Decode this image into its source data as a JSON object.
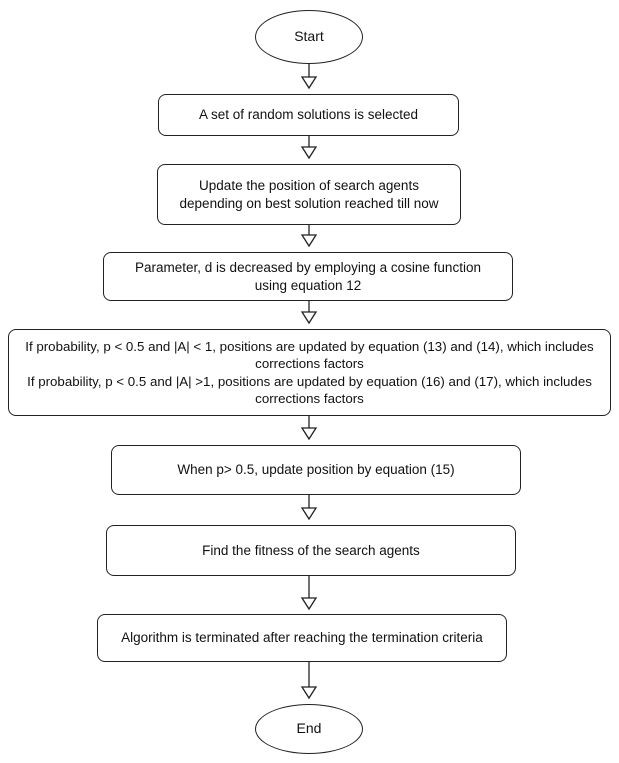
{
  "flowchart": {
    "start": "Start",
    "steps": [
      "A set of random solutions is selected",
      "Update the position of search agents depending on best solution reached till now",
      "Parameter, d is decreased by employing a cosine function using equation 12",
      "If probability, p < 0.5 and |A| < 1, positions are updated by equation (13) and (14), which includes corrections factors\nIf probability, p < 0.5 and |A| >1, positions are updated by equation (16) and (17), which includes corrections factors",
      "When p> 0.5, update position by equation (15)",
      "Find the fitness of the search agents",
      "Algorithm is terminated after reaching the termination criteria"
    ],
    "end": "End"
  }
}
